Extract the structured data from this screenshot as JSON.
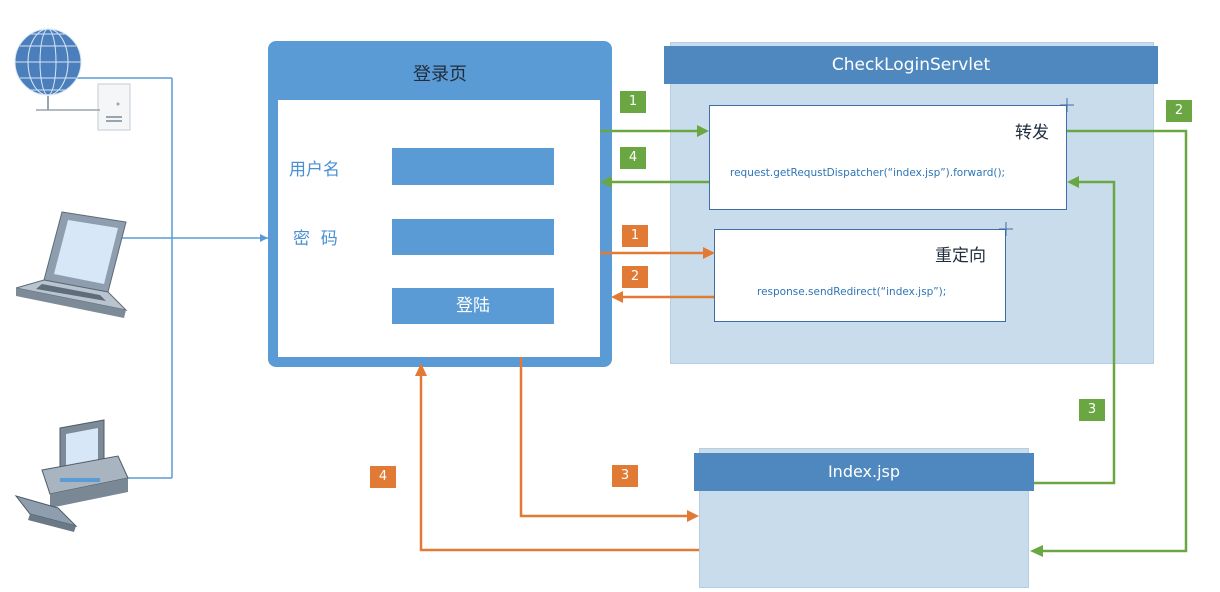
{
  "login": {
    "title": "登录页",
    "username_label": "用户名",
    "password_label": "密  码",
    "button_label": "登陆"
  },
  "servlet": {
    "title": "CheckLoginServlet"
  },
  "forward": {
    "title": "转发",
    "code": "request.getRequstDispatcher(“index.jsp”).forward();"
  },
  "redirect": {
    "title": "重定向",
    "code": "response.sendRedirect(“index.jsp”);"
  },
  "index": {
    "title": "Index.jsp"
  },
  "steps": {
    "green": [
      "1",
      "2",
      "3",
      "4"
    ],
    "orange": [
      "1",
      "2",
      "3",
      "4"
    ]
  },
  "colors": {
    "primary": "#5b9bd5",
    "header": "#4f88bf",
    "panel": "#c9dcec",
    "green": "#6aa743",
    "orange": "#e07a34"
  },
  "icons": [
    "globe-server-icon",
    "laptop-icon",
    "desktop-computer-icon"
  ]
}
